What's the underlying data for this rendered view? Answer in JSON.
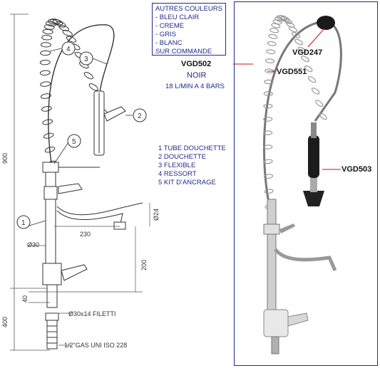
{
  "colors_box": {
    "title": "AUTRES COULEURS",
    "items": [
      "- BLEU CLAIR",
      "- CREME",
      "- GRIS",
      "- BLANC"
    ],
    "footer": "SUR COMMANDE"
  },
  "model": {
    "code": "VGD502",
    "color": "NOIR",
    "flow": "18 L/MIN A 4 BARS"
  },
  "legend": [
    "1 TUBE DOUCHETTE",
    "2 DOUCHETTE",
    "3 FLEXIBLE",
    "4 RESSORT",
    "5 KIT D'ANCRAGE"
  ],
  "part_refs": {
    "vgd247": "VGD247",
    "vgd551": "VGD551",
    "vgd503": "VGD503"
  },
  "callouts": [
    "1",
    "2",
    "3",
    "4",
    "5"
  ],
  "dimensions": {
    "total_height": "900",
    "base_height": "400",
    "spout_reach": "230",
    "tube_diameter": "Ø30",
    "spout_diameter": "Ø24",
    "spout_height": "200",
    "base_offset": "40",
    "thread": "Ø30x14 FILETTI",
    "connection": "1/2\"GAS UNI ISO 228"
  },
  "colors": {
    "label_blue": "#1f2a8a",
    "leader_red": "#d01010",
    "line": "#333333"
  }
}
